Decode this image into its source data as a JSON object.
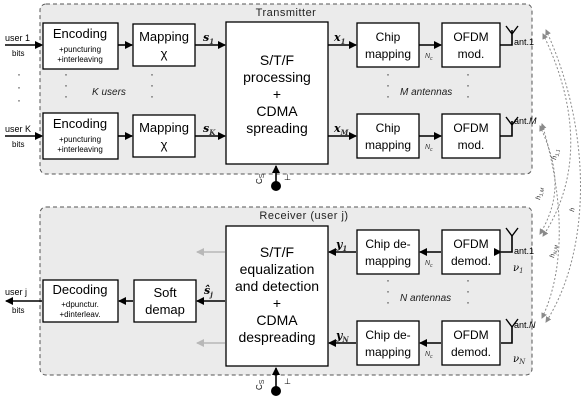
{
  "transmitter": {
    "title": "Transmitter",
    "inputs": [
      {
        "user": "user 1",
        "bits": "bits"
      },
      {
        "user": "user K",
        "bits": "bits"
      }
    ],
    "encoding": {
      "title": "Encoding",
      "line1": "+puncturing",
      "line2": "+interleaving"
    },
    "mapping": {
      "title": "Mapping",
      "sym": "χ"
    },
    "signals_s": [
      "s",
      "s"
    ],
    "signals_s_sub": [
      "1",
      "K"
    ],
    "processing": {
      "line1": "S/T/F",
      "line2": "processing",
      "line3": "+",
      "line4": "CDMA",
      "line5": "spreading"
    },
    "signals_x": [
      "x",
      "x"
    ],
    "signals_x_sub": [
      "1",
      "M"
    ],
    "chip_mapping": {
      "line1": "Chip",
      "line2": "mapping"
    },
    "nc": "N",
    "nc_sub": "c",
    "ofdm": {
      "line1": "OFDM",
      "line2": "mod."
    },
    "antennas": [
      {
        "label": "ant.",
        "num": "1"
      },
      {
        "label": "ant.",
        "num": "M"
      }
    ],
    "k_users": "K users",
    "m_antennas": "M antennas",
    "cs": "C",
    "cs_sub": "S"
  },
  "receiver": {
    "title": "Receiver (user j)",
    "output": {
      "user": "user j",
      "bits": "bits"
    },
    "decoding": {
      "title": "Decoding",
      "line1": "+dpunctur.",
      "line2": "+dinterleav."
    },
    "soft_demap": {
      "line1": "Soft",
      "line2": "demap"
    },
    "s_hat": "ŝ",
    "s_hat_sub": "j",
    "equalization": {
      "line1": "S/T/F",
      "line2": "equalization",
      "line3": "and detection",
      "line4": "+",
      "line5": "CDMA",
      "line6": "despreading"
    },
    "signals_y": [
      "y",
      "y"
    ],
    "signals_y_sub": [
      "1",
      "N"
    ],
    "chip_demapping": {
      "line1": "Chip de-",
      "line2": "mapping"
    },
    "ofdm": {
      "line1": "OFDM",
      "line2": "demod."
    },
    "antennas": [
      {
        "label": "ant.",
        "num": "1"
      },
      {
        "label": "ant.",
        "num": "N"
      }
    ],
    "noise": [
      "ν",
      "ν"
    ],
    "noise_sub": [
      "1",
      "N"
    ],
    "n_antennas": "N antennas"
  },
  "channel": {
    "labels": [
      "h",
      "h",
      "h",
      "h"
    ],
    "subs": [
      "1,1",
      "1,M",
      "N,M",
      "N,1"
    ]
  }
}
